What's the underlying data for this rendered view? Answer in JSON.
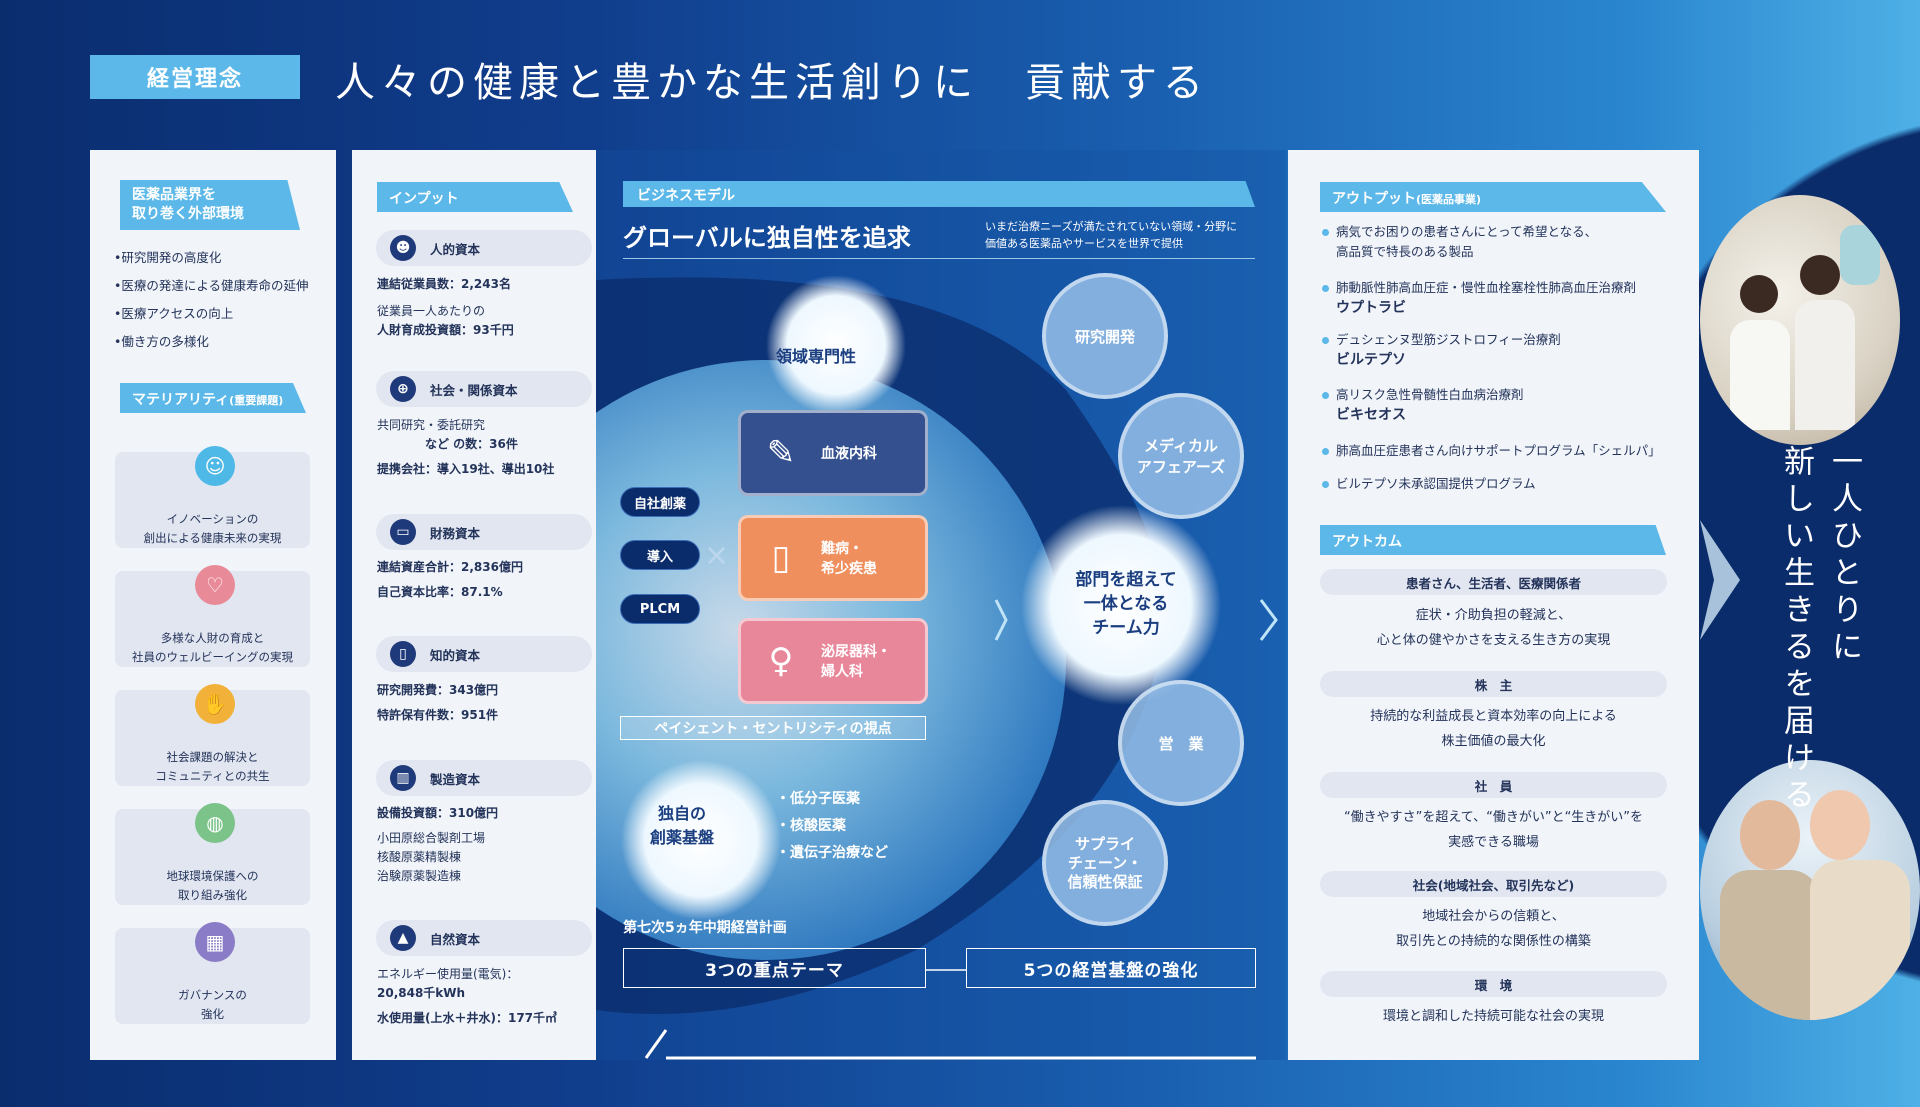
{
  "header": {
    "tag": "経営理念",
    "title": "人々の健康と豊かな生活創りに　貢献する"
  },
  "external": {
    "title_line1": "医薬品業界を",
    "title_line2": "取り巻く外部環境",
    "items": [
      "•研究開発の高度化",
      "•医療の発達による健康寿命の延伸",
      "•医療アクセスの向上",
      "•働き方の多様化"
    ]
  },
  "materiality": {
    "title": "マテリアリティ",
    "title_small": "(重要課題)",
    "cards": [
      {
        "icon": "innovation-head-icon",
        "color": "#4eb8e6",
        "line1": "イノベーションの",
        "line2": "創出による健康未来の実現"
      },
      {
        "icon": "heart-hand-icon",
        "color": "#e98a98",
        "line1": "多様な人財の育成と",
        "line2": "社員のウェルビーイングの実現"
      },
      {
        "icon": "handshake-icon",
        "color": "#f2b23a",
        "line1": "社会課題の解決と",
        "line2": "コミュニティとの共生"
      },
      {
        "icon": "globe-icon",
        "color": "#7cc38a",
        "line1": "地球環境保護への",
        "line2": "取り組み強化"
      },
      {
        "icon": "building-icon",
        "color": "#8a7cc6",
        "line1": "ガバナンスの",
        "line2": "強化"
      }
    ]
  },
  "input": {
    "title": "インプット",
    "capitals": [
      {
        "icon": "people-icon",
        "name": "人的資本",
        "lines": [
          "連結従業員数：2,243名",
          "",
          "従業員一人あたりの",
          "人財育成投資額：93千円"
        ]
      },
      {
        "icon": "globe-network-icon",
        "name": "社会・関係資本",
        "lines": [
          "共同研究・委託研究",
          "　　　　など の数：36件",
          "",
          "提携会社：導入19社、導出10社"
        ]
      },
      {
        "icon": "money-icon",
        "name": "財務資本",
        "lines": [
          "連結資産合計：2,836億円",
          "自己資本比率：87.1%"
        ]
      },
      {
        "icon": "book-icon",
        "name": "知的資本",
        "lines": [
          "研究開発費：343億円",
          "特許保有件数：951件"
        ]
      },
      {
        "icon": "factory-icon",
        "name": "製造資本",
        "lines": [
          "設備投資額：310億円",
          "",
          "小田原総合製剤工場",
          "核酸原薬精製棟",
          "治験原薬製造棟"
        ]
      },
      {
        "icon": "mountain-icon",
        "name": "自然資本",
        "lines": [
          "エネルギー使用量(電気)：",
          "20,848千kWh",
          "",
          "水使用量(上水＋井水)：177千㎥"
        ]
      }
    ]
  },
  "business": {
    "tag": "ビジネスモデル",
    "headline": "グローバルに独自性を追求",
    "sub1": "いまだ治療ニーズが満たされていない領域・分野に",
    "sub2": "価値ある医薬品やサービスを世界で提供",
    "specialty": "領域専門性",
    "sources": [
      "自社創薬",
      "導入",
      "PLCM"
    ],
    "cross": "×",
    "areas": [
      {
        "label1": "血液内科",
        "label2": "",
        "icon": "syringe-icon",
        "color": "#34508f"
      },
      {
        "label1": "難病・",
        "label2": "希少疾患",
        "icon": "iv-bag-icon",
        "color": "#ef8f5e"
      },
      {
        "label1": "泌尿器科・",
        "label2": "婦人科",
        "icon": "kidney-icon",
        "color": "#e9879a"
      }
    ],
    "centricity": "ペイシェント・セントリシティの視点",
    "platform1": "独自の",
    "platform2": "創薬基盤",
    "modalities": [
      "・低分子医薬",
      "・核酸医薬",
      "・遺伝子治療など"
    ],
    "plan": "第七次5ヵ年中期経営計画",
    "themes": "3つの重点テーマ",
    "foundation": "5つの経営基盤の強化",
    "functions": [
      "研究開発",
      "メディカル\nアフェアーズ",
      "営　業",
      "サプライ\nチェーン・\n信頼性保証"
    ],
    "team1": "部門を超えて",
    "team2": "一体となる",
    "team3": "チーム力"
  },
  "output": {
    "title": "アウトプット",
    "title_small": "(医薬品事業)",
    "items": [
      {
        "l1": "病気でお困りの患者さんにとって希望となる、",
        "l2": "高品質で特長のある製品"
      },
      {
        "l1": "肺動脈性肺高血圧症・慢性血栓塞栓性肺高血圧治療剤",
        "l2": "ウプトラビ"
      },
      {
        "l1": "デュシェンヌ型筋ジストロフィー治療剤",
        "l2": "ビルテプソ"
      },
      {
        "l1": "高リスク急性骨髄性白血病治療剤",
        "l2": "ビキセオス"
      },
      {
        "l1": "肺高血圧症患者さん向けサポートプログラム「シェルパ」",
        "l2": ""
      },
      {
        "l1": "ビルテプソ未承認国提供プログラム",
        "l2": ""
      }
    ]
  },
  "outcome": {
    "title": "アウトカム",
    "groups": [
      {
        "head": "患者さん、生活者、医療関係者",
        "l1": "症状・介助負担の軽減と、",
        "l2": "心と体の健やかさを支える生き方の実現"
      },
      {
        "head": "株　主",
        "l1": "持続的な利益成長と資本効率の向上による",
        "l2": "株主価値の最大化"
      },
      {
        "head": "社　員",
        "l1": "“働きやすさ”を超えて、“働きがい”と“生きがい”を",
        "l2": "実感できる職場"
      },
      {
        "head": "社会(地域社会、取引先など)",
        "l1": "地域社会からの信頼と、",
        "l2": "取引先との持続的な関係性の構築"
      },
      {
        "head": "環　境",
        "l1": "環境と調和した持続可能な社会の実現",
        "l2": ""
      }
    ]
  },
  "vision": {
    "col1": "一人ひとりに",
    "col2": "新しい生きるを届ける"
  }
}
